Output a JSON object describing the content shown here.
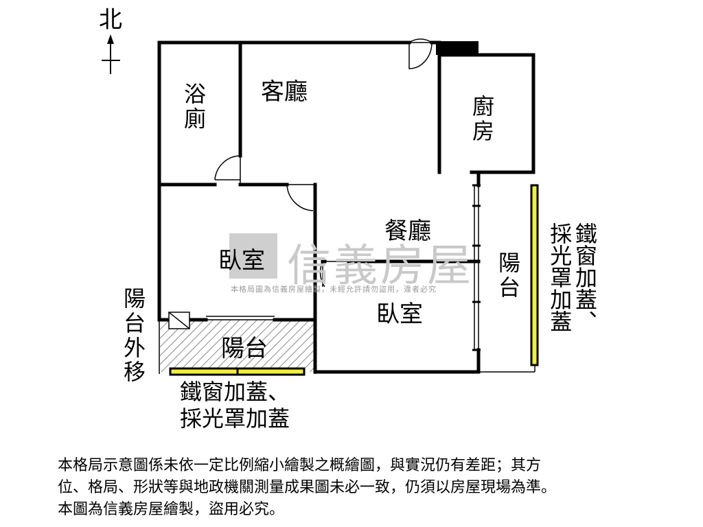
{
  "compass": {
    "north_label": "北"
  },
  "rooms": {
    "bath": "浴廁",
    "living": "客廳",
    "kitchen": "廚房",
    "dining": "餐廳",
    "bedroom_left": "臥室",
    "bedroom_right": "臥室",
    "balcony_bottom": "陽台",
    "balcony_right": "陽台"
  },
  "annotations": {
    "balcony_moved_out": "陽台外移",
    "iron_window_right": "鐵窗加蓋、採光罩加蓋",
    "iron_window_bottom_line1": "鐵窗加蓋、",
    "iron_window_bottom_line2": "採光罩加蓋"
  },
  "watermark": {
    "brand": "信義房屋",
    "notice": "本格局圖為信義房屋繪製，未經允許請勿盜用，違者必究"
  },
  "disclaimer": {
    "line1": "本格局示意圖係未依一定比例縮小繪製之概繪圖，與實況仍有差距；其方",
    "line2": "位、格局、形狀等與地政機關測量成果圖未必一致，仍須以房屋現場為準。",
    "line3": "本圖為信義房屋繪製，盜用必究。"
  },
  "colors": {
    "wall": "#000000",
    "window_yellow": "#f2ee3a",
    "watermark_gray": "#c9c9c9"
  }
}
